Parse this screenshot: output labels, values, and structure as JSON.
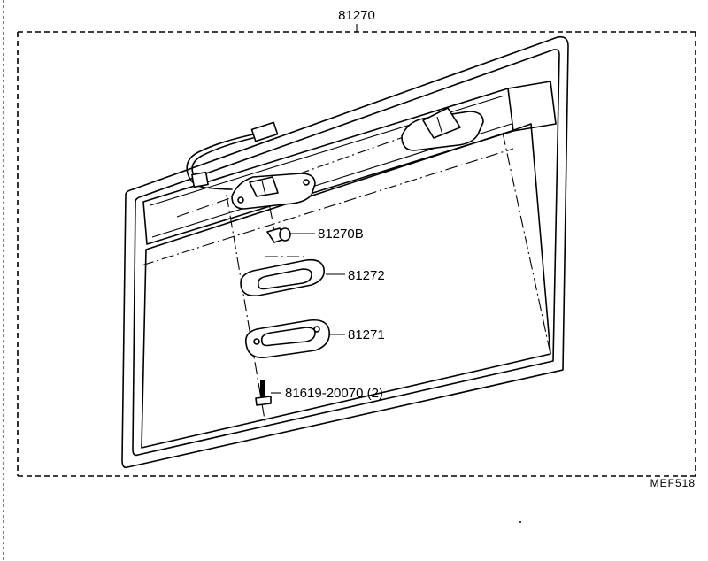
{
  "assembly": {
    "part_number": "81270"
  },
  "callouts": [
    {
      "id": "bulb",
      "part_number": "81270B"
    },
    {
      "id": "lens-gasket",
      "part_number": "81272"
    },
    {
      "id": "housing",
      "part_number": "81271"
    },
    {
      "id": "screw",
      "part_number": "81619-20070 (2)"
    }
  ],
  "diagram_code": "MEF518"
}
